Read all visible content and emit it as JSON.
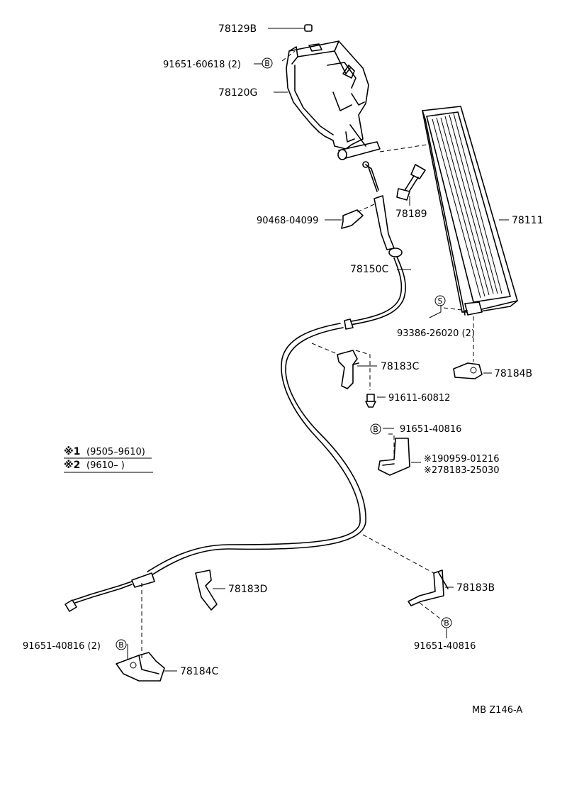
{
  "labels": {
    "p78129B": "78129B",
    "p91651_60618": "91651-60618 (2)",
    "p78120G": "78120G",
    "p90468": "90468-04099",
    "p78189": "78189",
    "p78111": "78111",
    "p78150C": "78150C",
    "p93386": "93386-26020 (2)",
    "p78183C": "78183C",
    "p78184B": "78184B",
    "p91611": "91611-60812",
    "p91651_40816_a": "91651-40816",
    "p190959": "※190959-01216",
    "p278183": "※278183-25030",
    "p78183D": "78183D",
    "p78183B": "78183B",
    "p91651_40816_b": "91651-40816 (2)",
    "p78184C": "78184C",
    "p91651_40816_c": "91651-40816"
  },
  "markers": {
    "B": "B",
    "S": "S"
  },
  "legend": {
    "line1_mark": "※1",
    "line1_text": "(9505–9610)",
    "line2_mark": "※2",
    "line2_text": "(9610–        )"
  },
  "footer": {
    "code": "MB  Z146-A"
  }
}
